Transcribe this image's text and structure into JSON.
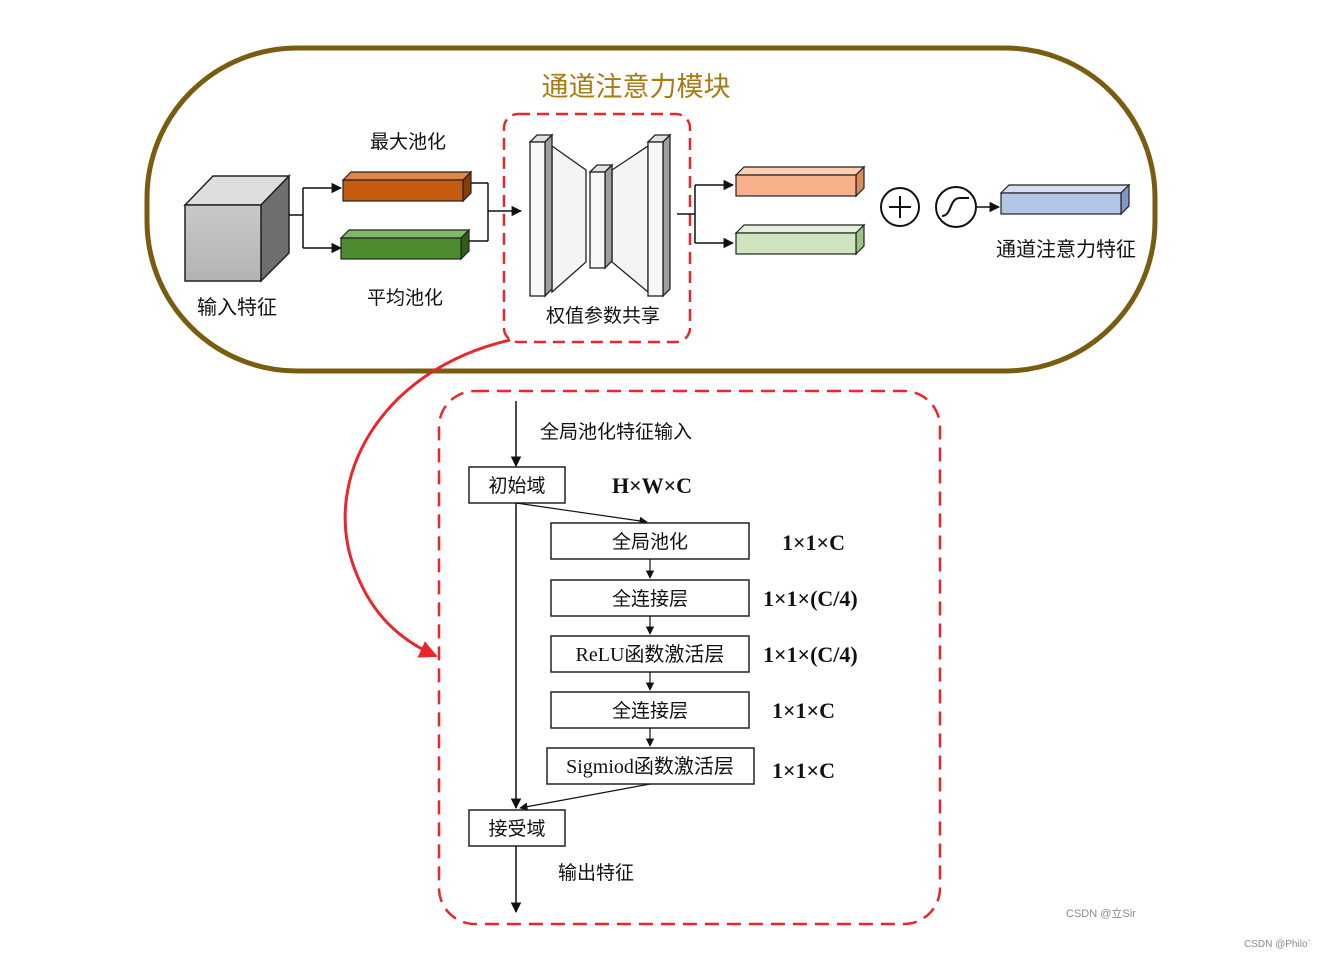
{
  "module": {
    "title": "通道注意力模块",
    "input_label": "输入特征",
    "max_pool_label": "最大池化",
    "avg_pool_label": "平均池化",
    "shared_label": "权值参数共享",
    "output_label": "通道注意力特征",
    "colors": {
      "border": "#7a5c10",
      "title": "#a87a12",
      "max_pool": "#c55a11",
      "avg_pool": "#4e8a2e",
      "out_max": "#f6b08a",
      "out_avg": "#cfe5c0",
      "out_att": "#b4c6e7",
      "dashed": "#e8262b"
    }
  },
  "detail": {
    "input_text": "全局池化特征输入",
    "init_domain": "初始域",
    "init_dims": "H×W×C",
    "steps": [
      {
        "label": "全局池化",
        "dims": "1×1×C"
      },
      {
        "label": "全连接层",
        "dims": "1×1×(C/4)"
      },
      {
        "label": "ReLU函数激活层",
        "dims": "1×1×(C/4)"
      },
      {
        "label": "全连接层",
        "dims": "1×1×C"
      },
      {
        "label": "Sigmiod函数激活层",
        "dims": "1×1×C"
      }
    ],
    "recv_domain": "接受域",
    "output_text": "输出特征"
  },
  "watermarks": {
    "primary": "CSDN @立Sir",
    "secondary": "CSDN @Philo`"
  }
}
